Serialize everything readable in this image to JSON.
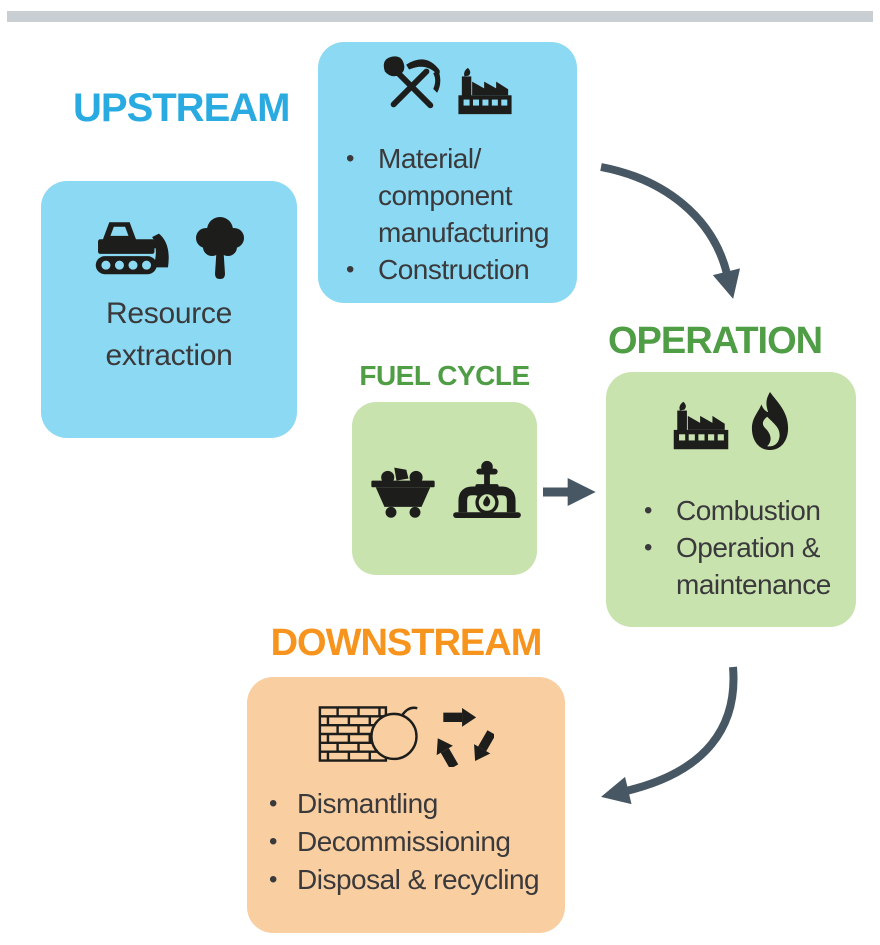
{
  "colors": {
    "upstream_accent": "#29abe2",
    "operation_accent": "#4f9d45",
    "downstream_accent": "#f7941e",
    "upstream_box_bg": "#8bd9f2",
    "fuel_operation_box_bg": "#c9e3af",
    "downstream_box_bg": "#f9cfa1",
    "arrow": "#475763",
    "body_text": "#3a393b",
    "top_rule": "#c9ced3",
    "icon_black": "#1d1d1b"
  },
  "upstream": {
    "title": "UPSTREAM",
    "manufacturing_box": {
      "icons": [
        "pickaxe-shovel-icon",
        "factory-icon"
      ],
      "items": [
        "Material/\ncomponent\nmanufacturing",
        "Construction"
      ]
    },
    "resource_box": {
      "icons": [
        "bulldozer-icon",
        "tree-icon"
      ],
      "label": "Resource\nextraction"
    }
  },
  "fuel_cycle": {
    "title": "FUEL CYCLE",
    "icons": [
      "minecart-icon",
      "gas-valve-icon"
    ]
  },
  "operation": {
    "title": "OPERATION",
    "icons": [
      "factory-icon",
      "flame-icon"
    ],
    "items": [
      "Combustion",
      "Operation &\nmaintenance"
    ]
  },
  "downstream": {
    "title": "DOWNSTREAM",
    "icons": [
      "demolition-wrecking-ball-icon",
      "recycle-icon"
    ],
    "items": [
      "Dismantling",
      "Decommissioning",
      "Disposal & recycling"
    ]
  }
}
